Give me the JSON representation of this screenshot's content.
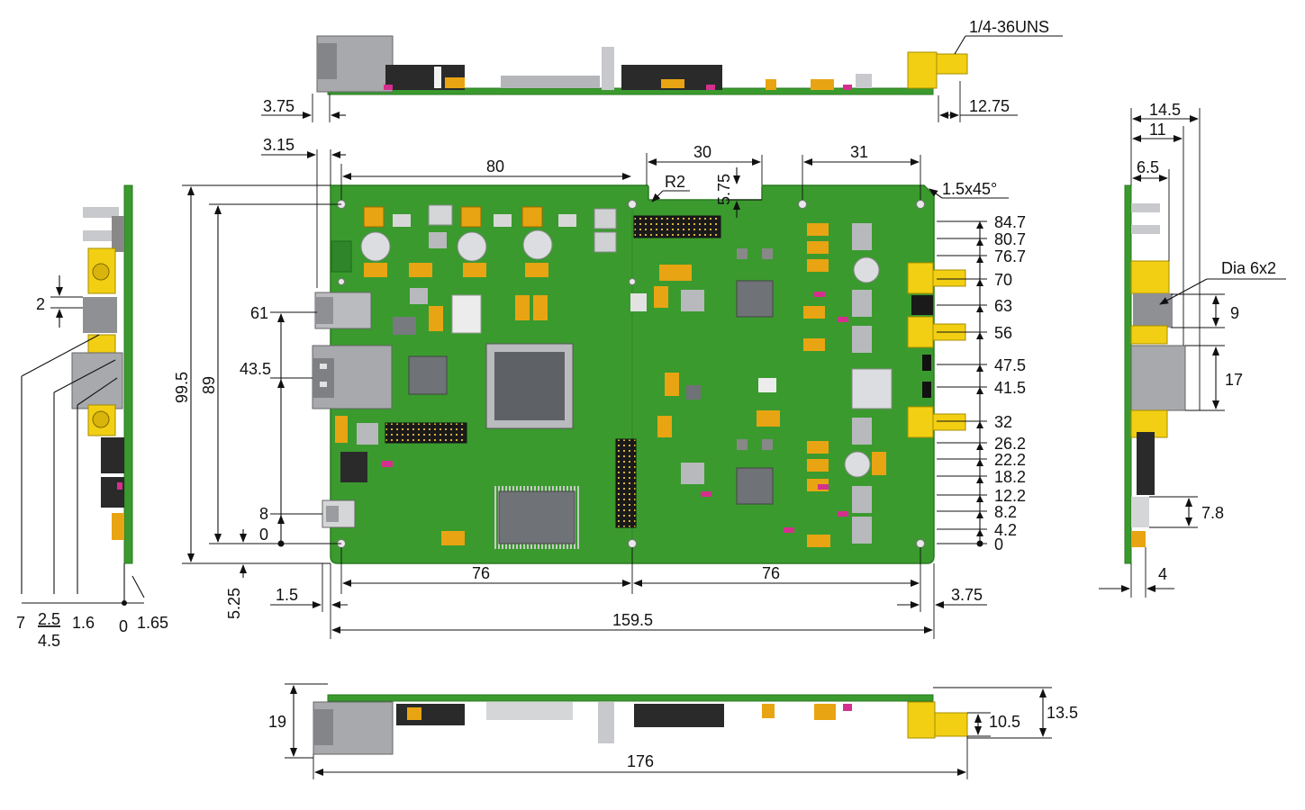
{
  "colors": {
    "pcb": "#3a9a2e",
    "pcb_dark": "#1f6b1a",
    "pcb_light": "#59b84a",
    "sma_gold": "#f2cf12",
    "tantalum": "#e8a412",
    "metal": "#a7a9ac",
    "chip": "#6f7276",
    "connector": "#2a2a2a",
    "dim_line": "#111111",
    "magenta": "#d42f8e"
  },
  "top_view": {
    "thread_label": "1/4-36UNS",
    "left_offset": "3.75",
    "right_offset": "12.75"
  },
  "top_dims": {
    "d3_15": "3.15",
    "d80": "80",
    "d30": "30",
    "d31": "31",
    "r2": "R2",
    "d5_75": "5.75",
    "chamfer": "1.5x45°"
  },
  "left_dims": {
    "d99_5": "99.5",
    "d89": "89",
    "d61": "61",
    "d43_5": "43.5",
    "d8": "8",
    "d0": "0",
    "d5_25": "5.25"
  },
  "right_scale": [
    "84.7",
    "80.7",
    "76.7",
    "70",
    "63",
    "56",
    "47.5",
    "41.5",
    "32",
    "26.2",
    "22.2",
    "18.2",
    "12.2",
    "8.2",
    "4.2",
    "0"
  ],
  "bottom_dims": {
    "d1_5": "1.5",
    "d76_left": "76",
    "d76_right": "76",
    "d3_75": "3.75",
    "d159_5": "159.5"
  },
  "left_side": {
    "d2": "2",
    "d7": "7",
    "d2_5": "2.5",
    "d4_5": "4.5",
    "d1_6": "1.6",
    "d0": "0",
    "d1_65": "1.65"
  },
  "right_side": {
    "d14_5": "14.5",
    "d11": "11",
    "d6_5": "6.5",
    "dia": "Dia 6x2",
    "d9": "9",
    "d17": "17",
    "d7_8": "7.8",
    "d4": "4"
  },
  "bottom_view": {
    "d19": "19",
    "d10_5": "10.5",
    "d13_5": "13.5",
    "d176": "176"
  }
}
